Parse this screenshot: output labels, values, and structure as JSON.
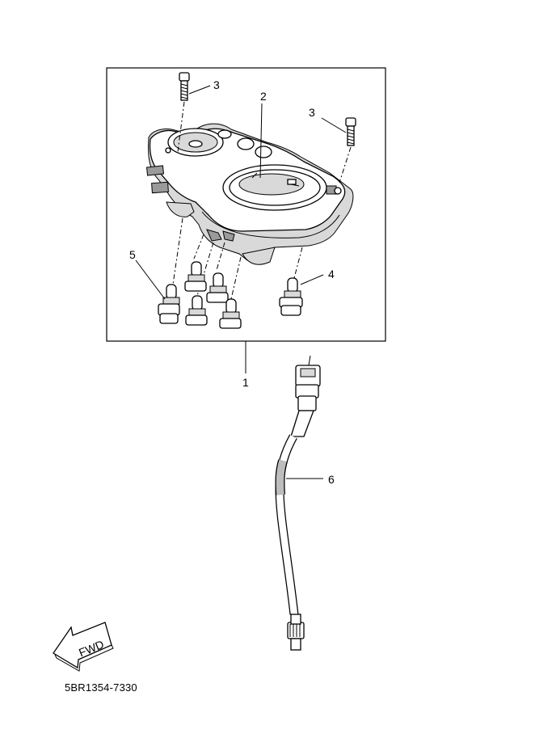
{
  "callouts": {
    "c1": "1",
    "c2": "2",
    "c3a": "3",
    "c3b": "3",
    "c4": "4",
    "c5": "5",
    "c6": "6"
  },
  "fwd_label": "FWD",
  "ref_code": "5BR1354-7330"
}
